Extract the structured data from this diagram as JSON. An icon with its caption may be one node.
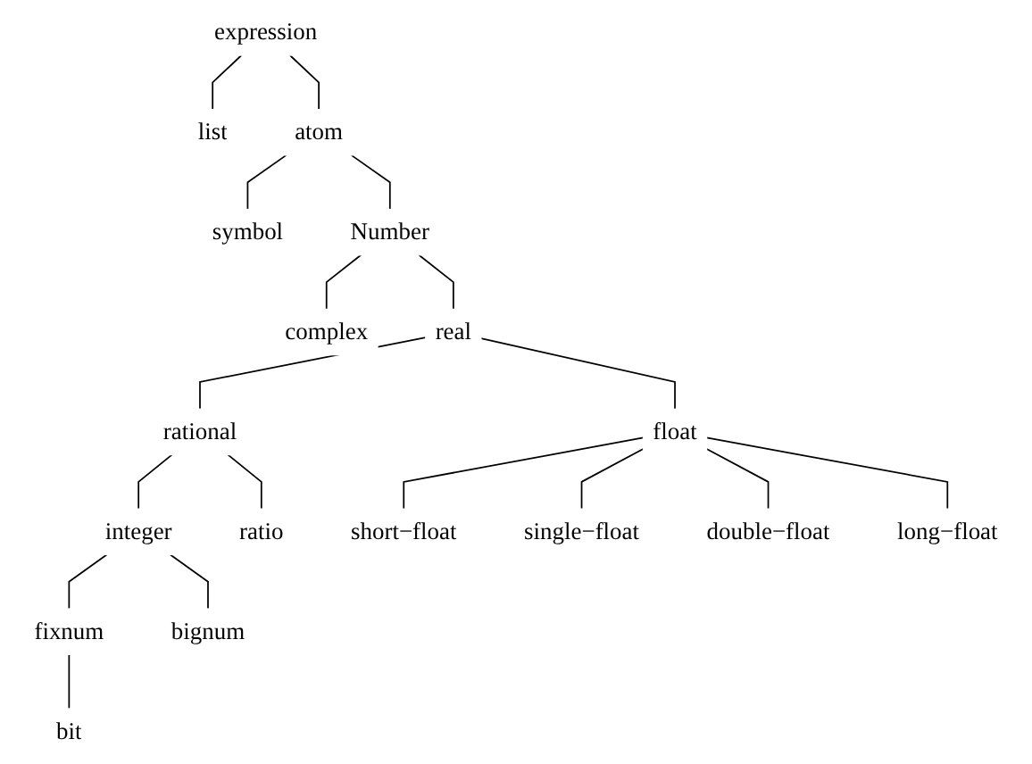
{
  "diagram": {
    "nodes": [
      {
        "text": [
          "expression"
        ]
      },
      {
        "text": [
          "list"
        ]
      },
      {
        "text": [
          "atom"
        ]
      },
      {
        "text": [
          "symbol"
        ]
      },
      {
        "text": [
          "Number"
        ]
      },
      {
        "text": [
          "complex"
        ]
      },
      {
        "text": [
          "real"
        ]
      },
      {
        "text": [
          "float"
        ]
      },
      {
        "text": [
          "rational"
        ]
      },
      {
        "text": [
          "integer"
        ]
      },
      {
        "text": [
          "ratio"
        ]
      },
      {
        "text": [
          "fixnum"
        ]
      },
      {
        "text": [
          "bignum"
        ]
      },
      {
        "text": [
          "bit"
        ]
      },
      {
        "text": [
          "short−float"
        ]
      },
      {
        "text": [
          "single−float"
        ]
      },
      {
        "text": [
          "double−float"
        ]
      },
      {
        "text": [
          "long−float"
        ]
      }
    ],
    "edges": [
      {
        "from": 0,
        "to": 1,
        "arrow": "none"
      },
      {
        "from": 0,
        "to": 2,
        "arrow": "none"
      },
      {
        "from": 2,
        "to": 3,
        "arrow": "none"
      },
      {
        "from": 2,
        "to": 4,
        "arrow": "none"
      },
      {
        "from": 4,
        "to": 5,
        "arrow": "none"
      },
      {
        "from": 4,
        "to": 6,
        "arrow": "none"
      },
      {
        "from": 6,
        "to": 7,
        "arrow": "none"
      },
      {
        "from": 6,
        "to": 8,
        "arrow": "none"
      },
      {
        "from": 8,
        "to": 9,
        "arrow": "none"
      },
      {
        "from": 8,
        "to": 10,
        "arrow": "none"
      },
      {
        "from": 9,
        "to": 11,
        "arrow": "none"
      },
      {
        "from": 9,
        "to": 12,
        "arrow": "none"
      },
      {
        "from": 11,
        "to": 13,
        "arrow": "none"
      },
      {
        "from": 7,
        "to": 14,
        "arrow": "none"
      },
      {
        "from": 7,
        "to": 15,
        "arrow": "none"
      },
      {
        "from": 7,
        "to": 16,
        "arrow": "none"
      },
      {
        "from": 7,
        "to": 17,
        "arrow": "none"
      }
    ]
  }
}
